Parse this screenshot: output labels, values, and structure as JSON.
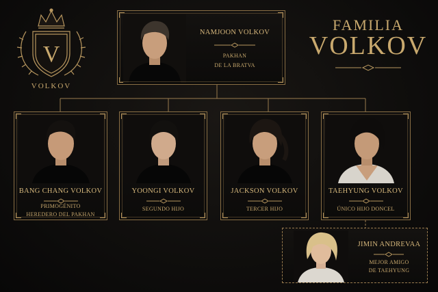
{
  "crest": {
    "monogram": "V",
    "label": "VOLKOV"
  },
  "title": {
    "line1": "FAMILIA",
    "line2": "VOLKOV"
  },
  "colors": {
    "gold": "#c9a96e",
    "background": "#0d0c0b"
  },
  "head": {
    "name": "NAMJOON VOLKOV",
    "role1": "PAKHAN",
    "role2": "DE LA BRATVA"
  },
  "children": [
    {
      "name": "BANG CHANG VOLKOV",
      "role1": "PRIMOGÉNITO",
      "role2": "HEREDERO DEL PAKHAN"
    },
    {
      "name": "YOONGI VOLKOV",
      "role1": "SEGUNDO HIJO",
      "role2": ""
    },
    {
      "name": "JACKSON VOLKOV",
      "role1": "TERCER HIJO",
      "role2": ""
    },
    {
      "name": "TAEHYUNG VOLKOV",
      "role1": "ÚNICO HIJO DONCEL",
      "role2": ""
    }
  ],
  "friend": {
    "name": "JIMIN ANDREVAA",
    "role1": "MEJOR AMIGO",
    "role2": "DE TAEHYUNG"
  }
}
